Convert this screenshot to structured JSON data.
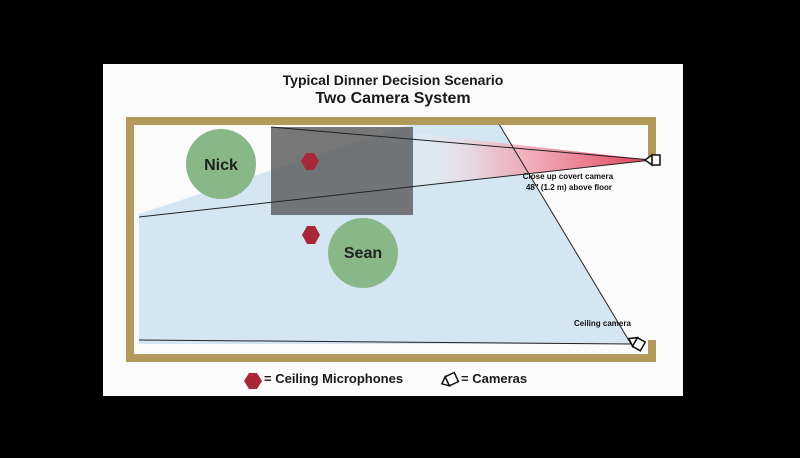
{
  "diagram": {
    "title": "Typical Dinner Decision Scenario",
    "subtitle": "Two Camera System",
    "people": [
      {
        "name": "Nick"
      },
      {
        "name": "Sean"
      }
    ],
    "cameras": [
      {
        "label_line1": "Close up covert camera",
        "label_line2": "48\" (1.2 m) above floor"
      },
      {
        "label_line1": "Ceiling camera"
      }
    ],
    "legend": {
      "microphones": "= Ceiling Microphones",
      "cameras": "= Cameras"
    },
    "colors": {
      "background": "#000000",
      "card": "#fbfbfb",
      "wall": "#b39a5a",
      "person": "#88b888",
      "microphone": "#a8283a",
      "close_up_cone": "#e03a55",
      "ceiling_cone": "#c8dff0",
      "table": "#666666"
    }
  }
}
